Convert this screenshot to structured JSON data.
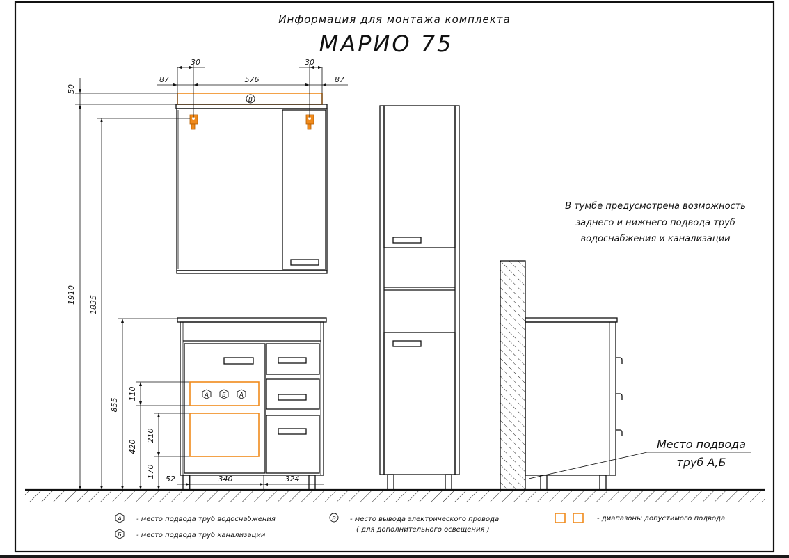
{
  "header": {
    "subtitle": "Информация для монтажа комплекта",
    "model": "МАРИО 75"
  },
  "note": {
    "line1": "В тумбе предусмотрена возможность",
    "line2": "заднего и нижнего подвода труб",
    "line3": "водоснабжения и канализации"
  },
  "callout": {
    "line1": "Место подвода",
    "line2": "труб А,Б"
  },
  "dimensions": {
    "d87_left": "87",
    "d30_left": "30",
    "d576": "576",
    "d30_right": "30",
    "d87_right": "87",
    "d50": "50",
    "d1910": "1910",
    "d1835": "1835",
    "d855": "855",
    "d420": "420",
    "d110": "110",
    "d210": "210",
    "d170": "170",
    "d52": "52",
    "d340": "340",
    "d324": "324"
  },
  "markers": {
    "a": "А",
    "b": "Б",
    "v": "В"
  },
  "legend": {
    "a_text": "- место подвода труб водоснабжения",
    "b_text": "- место подвода труб канализации",
    "v_text": "- место вывода электрического провода",
    "v_sub": "( для дополнительного освещения )",
    "range_text": "- диапазоны допустимого подвода"
  },
  "colors": {
    "accent": "#f08a1c",
    "line": "#111111",
    "paper": "#ffffff"
  }
}
